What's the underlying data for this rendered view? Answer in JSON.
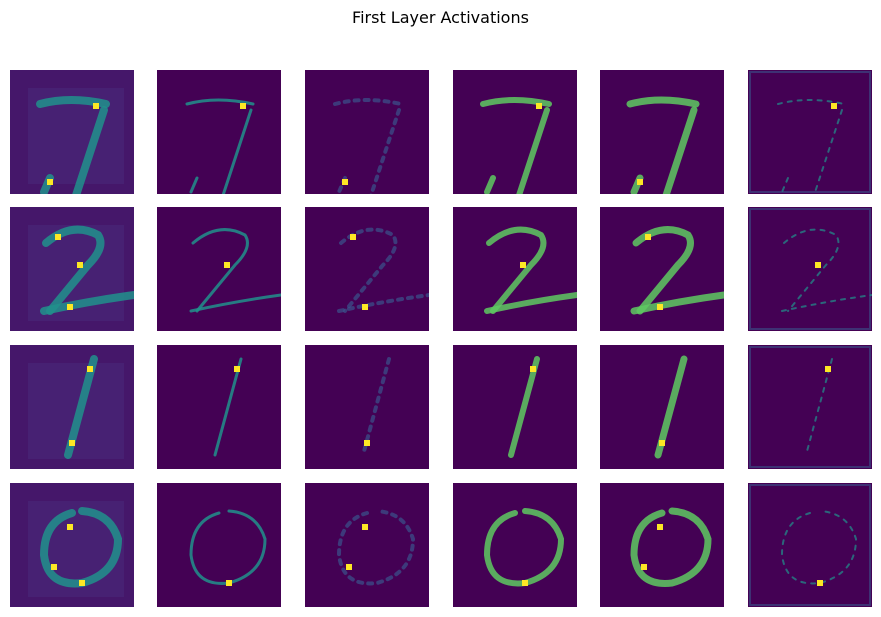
{
  "title": "First Layer Activations",
  "chart_data": {
    "type": "heatmap",
    "title": "First Layer Activations",
    "rows": 4,
    "cols": 6,
    "colormap": "viridis",
    "background": "#440154",
    "axes_visible": false,
    "row_digits": [
      "7",
      "2",
      "1",
      "0"
    ],
    "channels": 6
  },
  "colors": {
    "low": "#440154",
    "mid_low": "#3b528b",
    "mid": "#21918c",
    "mid_high": "#5ec962",
    "high": "#fde725"
  }
}
